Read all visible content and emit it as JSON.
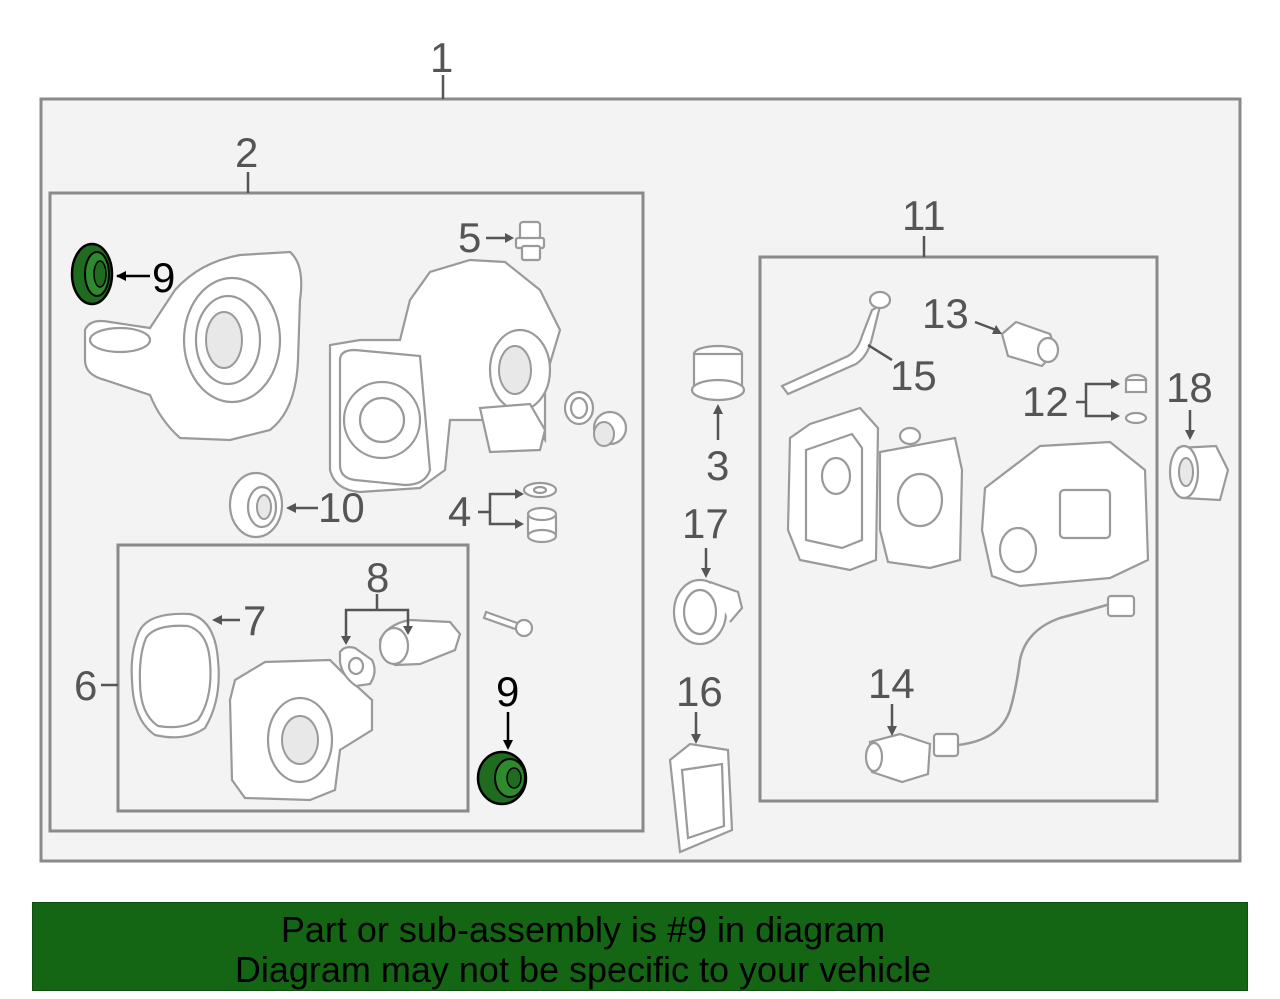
{
  "diagram": {
    "callouts": {
      "c1": "1",
      "c2": "2",
      "c3": "3",
      "c4": "4",
      "c5": "5",
      "c6": "6",
      "c7": "7",
      "c8": "8",
      "c9a": "9",
      "c9b": "9",
      "c10": "10",
      "c11": "11",
      "c12": "12",
      "c13": "13",
      "c14": "14",
      "c15": "15",
      "c16": "16",
      "c17": "17",
      "c18": "18"
    },
    "highlight_color": "#1f6b1f",
    "highlighted_part": "9"
  },
  "banner": {
    "line1": "Part or sub-assembly is #9 in diagram",
    "line2": "Diagram may not be specific to your vehicle",
    "background": "#146614"
  }
}
